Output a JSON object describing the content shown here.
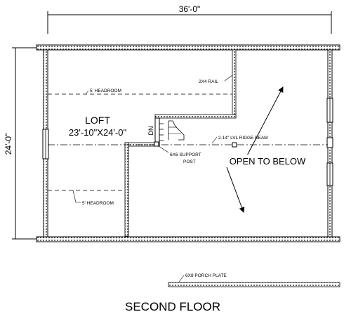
{
  "plan": {
    "overall_width": "36'-0\"",
    "overall_depth": "24'-0\"",
    "room_name": "LOFT",
    "room_size": "23'-10\"X24'-0\"",
    "rail_label": "2X4 RAIL",
    "headroom_upper": "5' HEADROOM",
    "headroom_lower": "5' HEADROOM",
    "stair_label": "DN",
    "beam_label": "2-14\" LVL RIDGE BEAM",
    "post_label_line1": "6X6 SUPPORT",
    "post_label_line2": "POST",
    "open_label": "OPEN TO BELOW",
    "porch_plate_label": "6X8 PORCH PLATE",
    "floor_title": "SECOND FLOOR"
  }
}
